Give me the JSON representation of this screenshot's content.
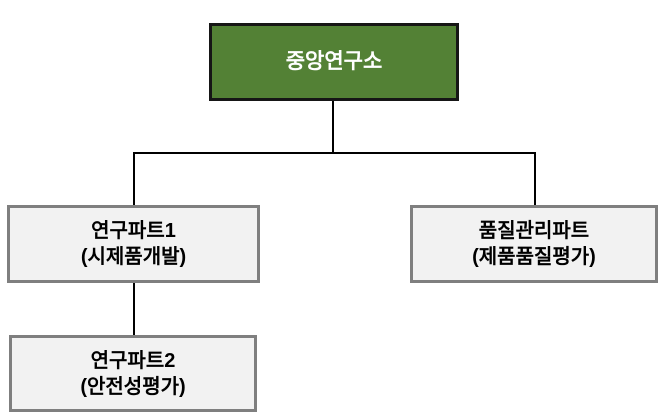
{
  "diagram": {
    "type": "org-chart",
    "root": {
      "id": "central-research-institute",
      "label": "중앙연구소"
    },
    "nodes": [
      {
        "id": "research-part-1",
        "title": "연구파트1",
        "subtitle": "(시제품개발)",
        "parent": "central-research-institute"
      },
      {
        "id": "quality-control-part",
        "title": "품질관리파트",
        "subtitle": "(제품품질평가)",
        "parent": "central-research-institute"
      },
      {
        "id": "research-part-2",
        "title": "연구파트2",
        "subtitle": "(안전성평가)",
        "parent": "research-part-1"
      }
    ],
    "colors": {
      "root_fill": "#538135",
      "root_border": "#161616",
      "root_text": "#ffffff",
      "node_fill": "#f2f2f2",
      "node_border": "#7f7f7f",
      "node_text": "#000000",
      "line": "#000000"
    }
  }
}
